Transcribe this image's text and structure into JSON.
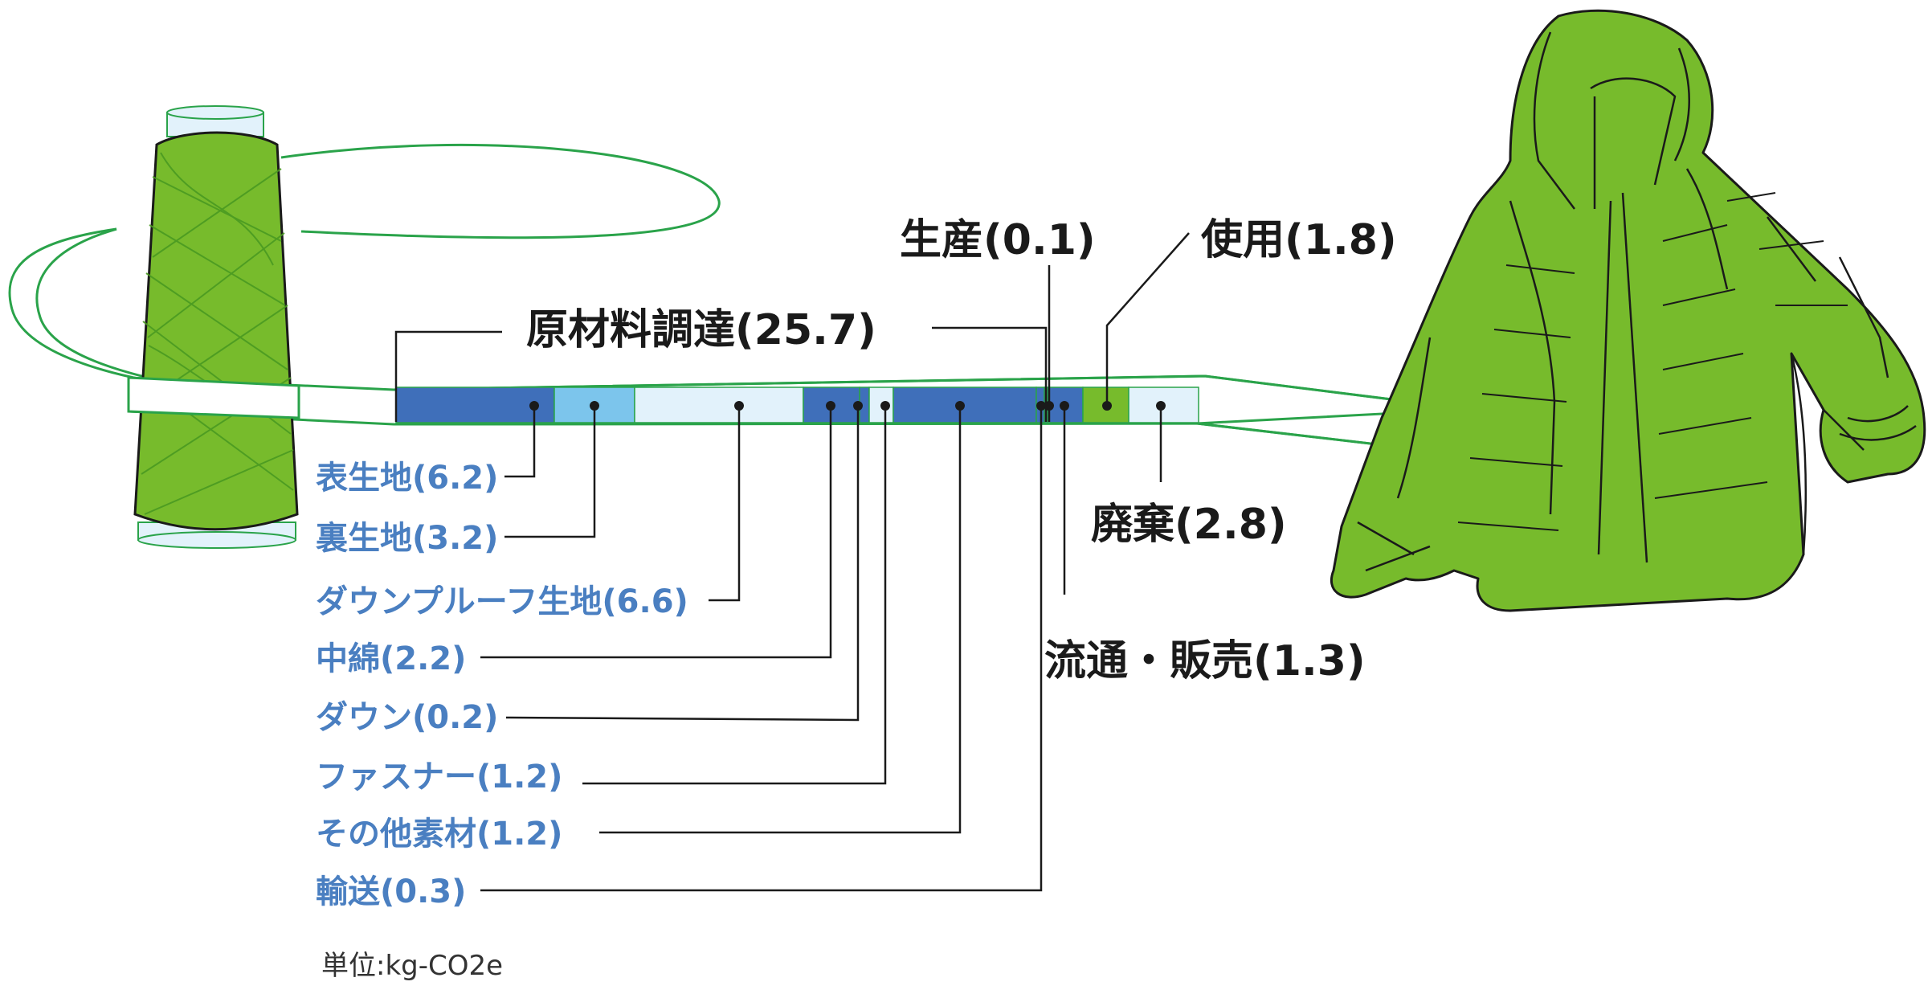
{
  "unit_label": "単位:kg-CO2e",
  "phases": {
    "raw_materials": "原材料調達(25.7)",
    "production": "生産(0.1)",
    "use": "使用(1.8)",
    "disposal": "廃棄(2.8)",
    "distribution": "流通・販売(1.3)"
  },
  "materials": [
    "表生地(6.2)",
    "裏生地(3.2)",
    "ダウンプルーフ生地(6.6)",
    "中綿(2.2)",
    "ダウン(0.2)",
    "ファスナー(1.2)",
    "その他素材(1.2)",
    "輸送(0.3)"
  ],
  "colors": {
    "dark_blue": "#3f6fba",
    "light_blue": "#7cc5ec",
    "pale_blue": "#e2f2fb",
    "green": "#77bb2c",
    "green_dark": "#4a9a22",
    "label_blue": "#4a7fc1"
  },
  "icons": [
    "yarn-spool-icon",
    "down-jacket-icon"
  ]
}
